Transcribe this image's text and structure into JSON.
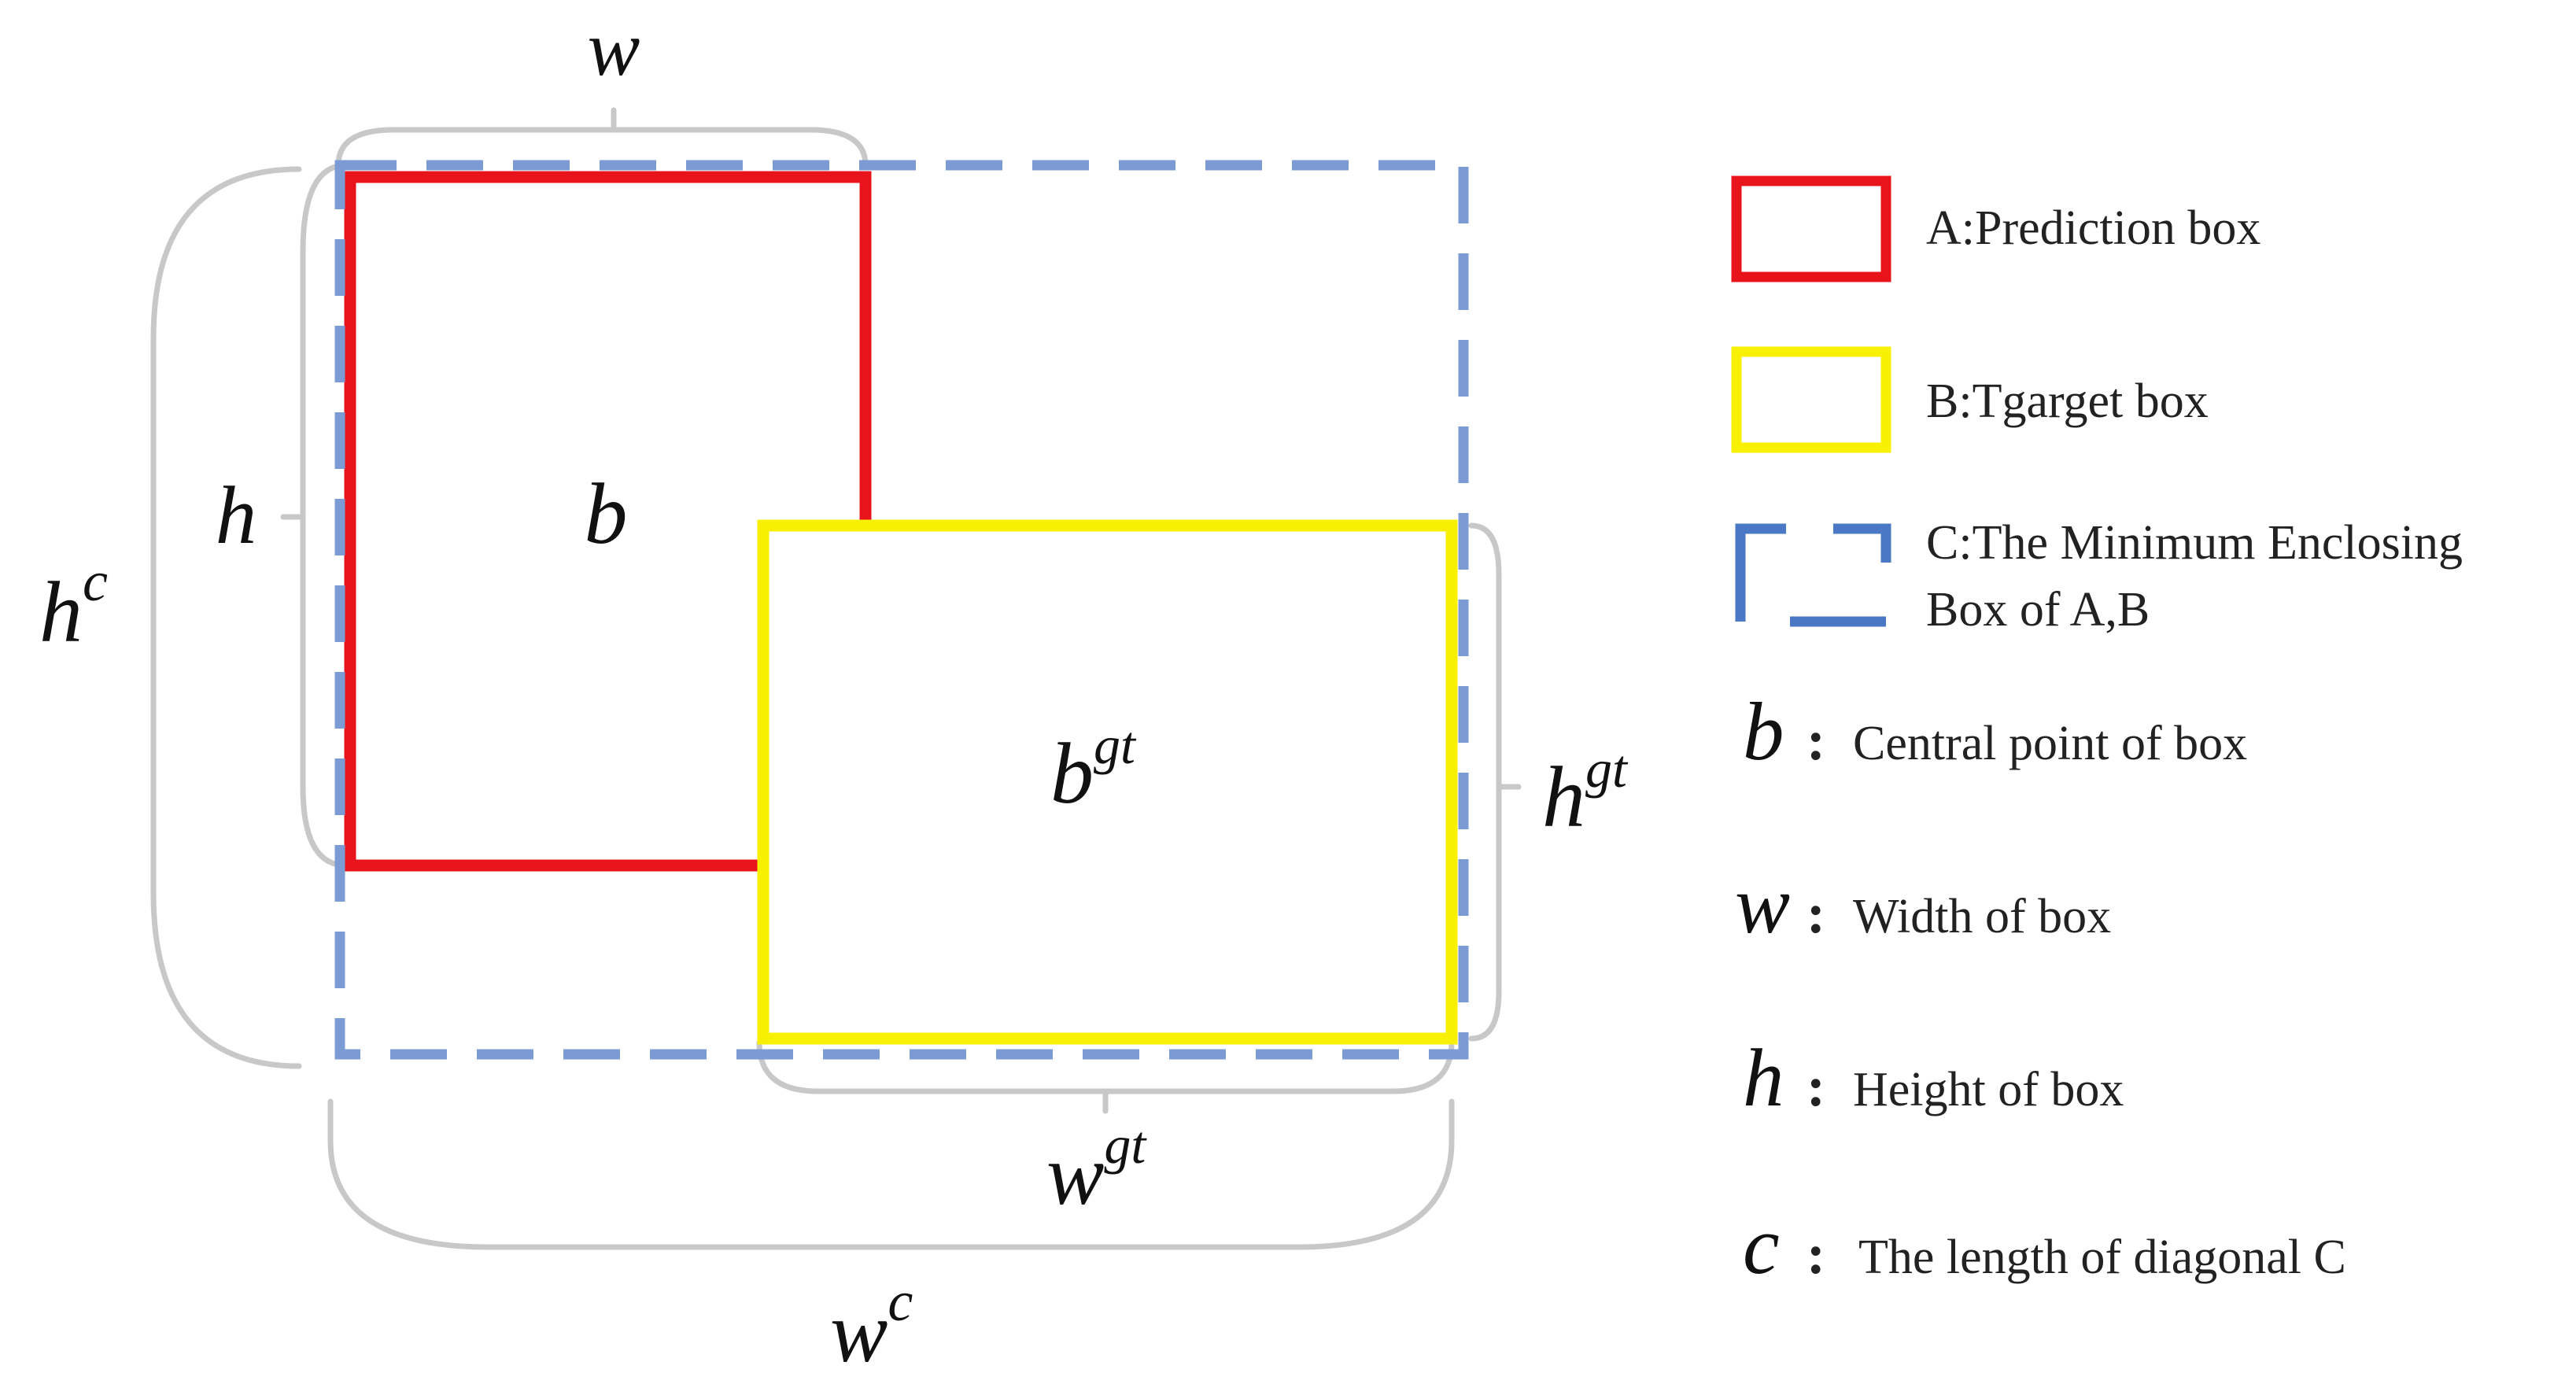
{
  "colors": {
    "prediction_box": "#e8141b",
    "target_box": "#f7f000",
    "enclosing_box": "#7c9bd4",
    "enclosing_legend": "#4a78c4",
    "bracket": "#c8c8c8"
  },
  "labels": {
    "w": "w",
    "h": "h",
    "hc_base": "h",
    "hc_sup": "c",
    "b": "b",
    "bgt_base": "b",
    "bgt_sup": "gt",
    "hgt_base": "h",
    "hgt_sup": "gt",
    "wgt_base": "w",
    "wgt_sup": "gt",
    "wc_base": "w",
    "wc_sup": "c"
  },
  "legend": {
    "prediction": "A:Prediction box",
    "target": "B:Tgarget box",
    "enclosing_line1": "C:The Minimum Enclosing",
    "enclosing_line2": "Box of A,B",
    "items": [
      {
        "symbol": "b",
        "sep": ":",
        "text": "Central point of box"
      },
      {
        "symbol": "w",
        "sep": ":",
        "text": "Width of box"
      },
      {
        "symbol": "h",
        "sep": ":",
        "text": "Height of box"
      },
      {
        "symbol": "c",
        "sep": ":",
        "text": "The length of diagonal C"
      }
    ]
  }
}
